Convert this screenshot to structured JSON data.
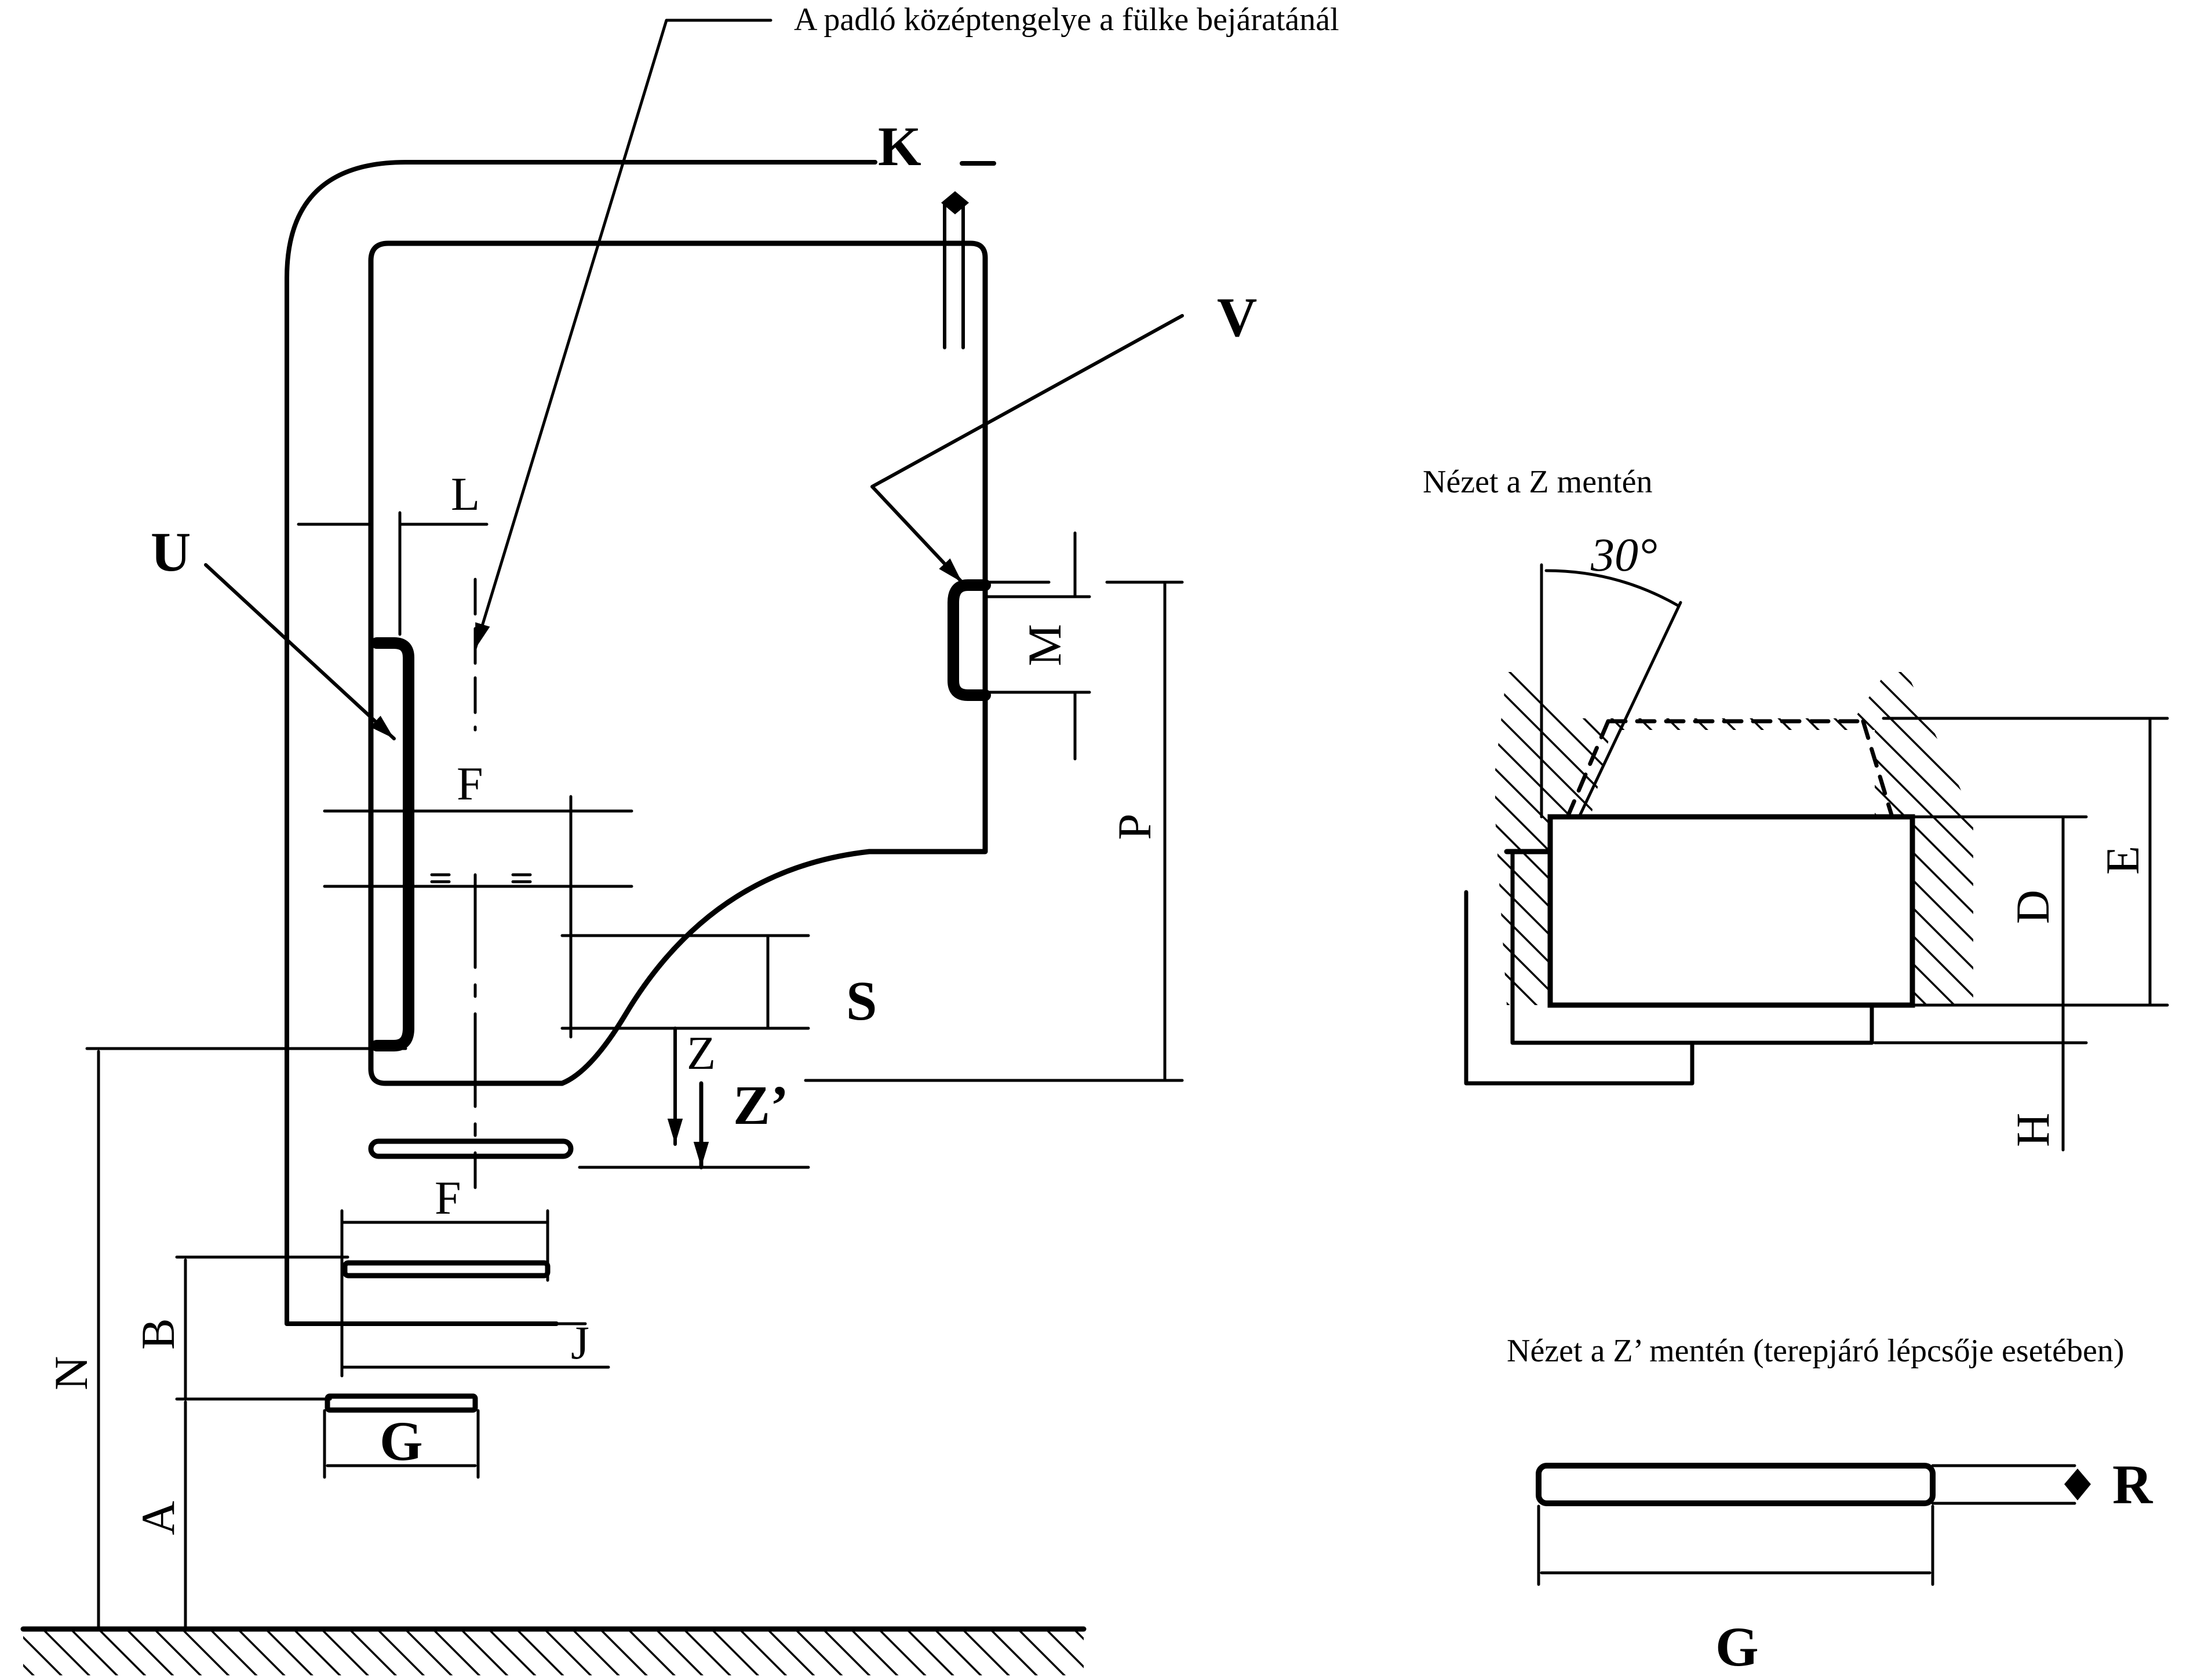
{
  "notes": {
    "floor_axis": "A padló középtengelye a fülke bejáratánál",
    "view_z": "Nézet a Z mentén",
    "view_z_prime": "Nézet a Z’ mentén (terepjáró lépcsője esetében)"
  },
  "labels": {
    "K": "K",
    "V": "V",
    "U": "U",
    "L": "L",
    "M": "M",
    "P": "P",
    "F1": "F",
    "F2": "F",
    "S": "S",
    "Z": "Z",
    "Z_prime": "Z’",
    "N": "N",
    "B": "B",
    "J": "J",
    "A": "A",
    "G1": "G",
    "angle": "30°",
    "E": "E",
    "D": "D",
    "H": "H",
    "R": "R",
    "G2": "G"
  }
}
